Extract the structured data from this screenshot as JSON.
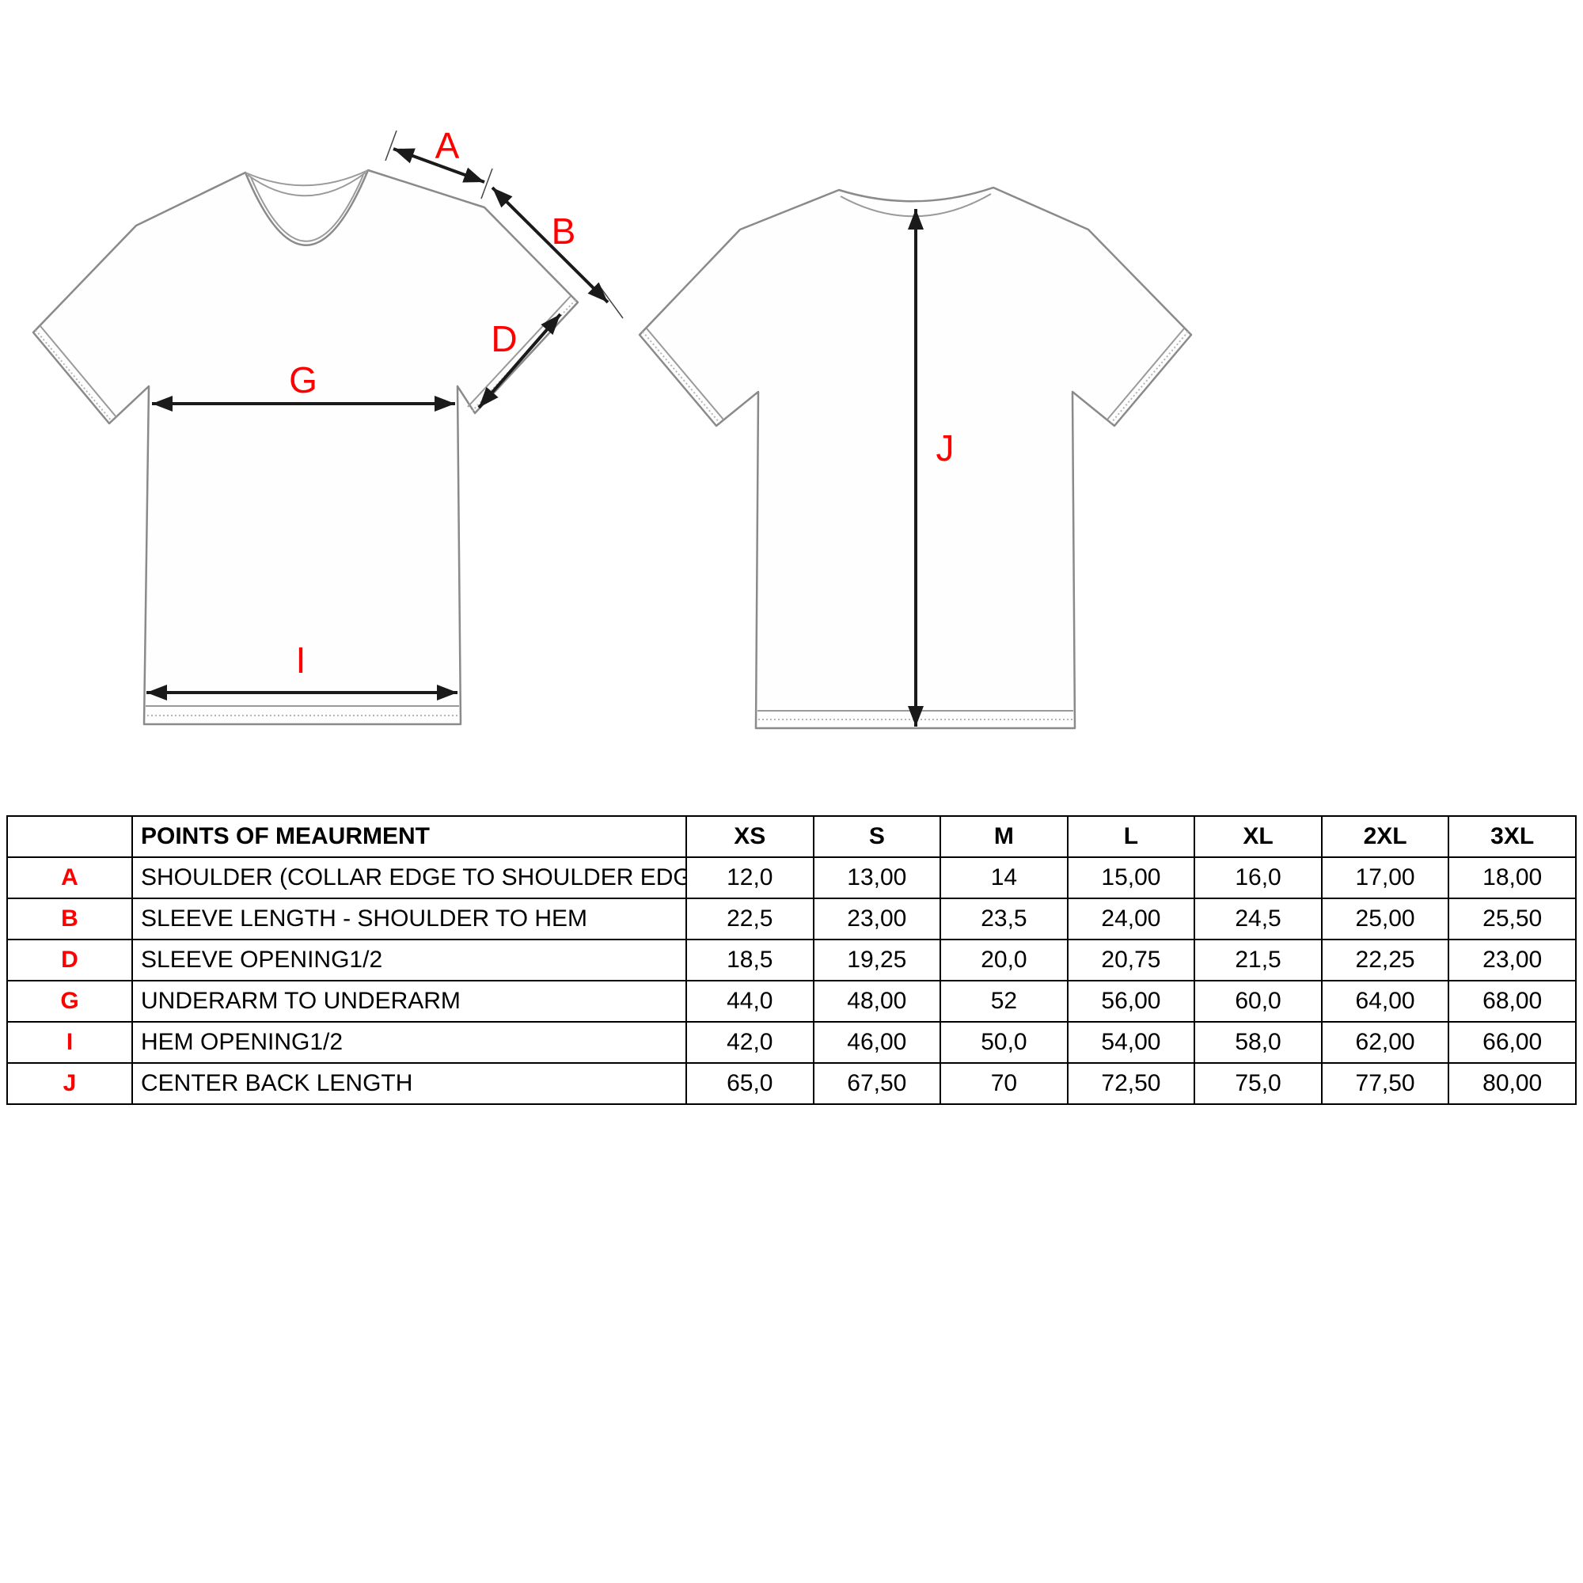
{
  "diagram": {
    "labels": {
      "A": "A",
      "B": "B",
      "D": "D",
      "G": "G",
      "I": "I",
      "J": "J"
    },
    "views": {
      "front": "front t-shirt technical drawing",
      "back": "back t-shirt technical drawing"
    }
  },
  "table": {
    "header": {
      "points": "POINTS OF MEAURMENT",
      "sizes": [
        "XS",
        "S",
        "M",
        "L",
        "XL",
        "2XL",
        "3XL"
      ]
    },
    "rows": [
      {
        "letter": "A",
        "description": "SHOULDER (COLLAR EDGE TO SHOULDER EDGE)",
        "values": [
          "12,0",
          "13,00",
          "14",
          "15,00",
          "16,0",
          "17,00",
          "18,00"
        ]
      },
      {
        "letter": "B",
        "description": "SLEEVE LENGTH - SHOULDER TO HEM",
        "values": [
          "22,5",
          "23,00",
          "23,5",
          "24,00",
          "24,5",
          "25,00",
          "25,50"
        ]
      },
      {
        "letter": "D",
        "description": "SLEEVE OPENING1/2",
        "values": [
          "18,5",
          "19,25",
          "20,0",
          "20,75",
          "21,5",
          "22,25",
          "23,00"
        ]
      },
      {
        "letter": "G",
        "description": "UNDERARM TO UNDERARM",
        "values": [
          "44,0",
          "48,00",
          "52",
          "56,00",
          "60,0",
          "64,00",
          "68,00"
        ]
      },
      {
        "letter": "I",
        "description": "HEM OPENING1/2",
        "values": [
          "42,0",
          "46,00",
          "50,0",
          "54,00",
          "58,0",
          "62,00",
          "66,00"
        ]
      },
      {
        "letter": "J",
        "description": "CENTER BACK LENGTH",
        "values": [
          "65,0",
          "67,50",
          "70",
          "72,50",
          "75,0",
          "77,50",
          "80,00"
        ]
      }
    ]
  },
  "colors": {
    "accent_red": "#ff0000",
    "outline_gray": "#8a8a8a",
    "arrow_black": "#1a1a1a",
    "border_black": "#000000"
  }
}
